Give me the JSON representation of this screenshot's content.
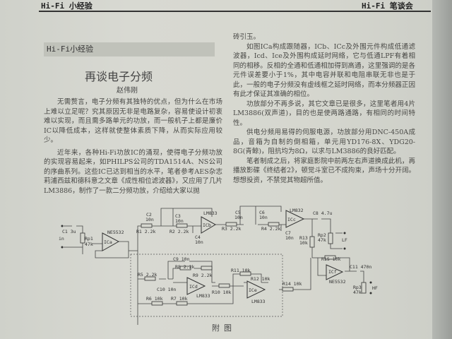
{
  "header": {
    "left": "Hi-Fi 小经验",
    "right": "Hi-Fi 笔谈会"
  },
  "section": "Hi-Fi小经验",
  "article": {
    "title": "再谈电子分频",
    "author": "赵伟刚",
    "left_paragraphs": [
      "无需赘言，电子分频有其独特的优点，但为什么在市场上难以立足呢？究其原因无非是电路复杂，容易使设计初衷难以实现，而且需多路单元的功放，而一般机子上都是廉价IC以降低成本，这样就使整体素质下降，从而实际应用较少。",
      "近年来，各种Hi-Fi功放IC的涌现，使得电子分频功放的实现容易起来，如PHILPS公司的TDA1514A、NS公司的序曲系列。这些IC已达到相当的水平，笔者参考AES杂志莉浦西兹和德科意之文章《成性相位滤波器》，又应用了几片LM3886，制作了一款二分频功放，介绍给大家以抛"
    ],
    "right_paragraphs": [
      "砖引玉。",
      "如图ICa构成跟随器，ICb、ICc及外围元件构成低通滤波器，Icd、Ice及外围构成延时网络，它与低通LPF有着相同的相移。反相的全通和低通相加得到高通，这里强调的是各元件误差要小于1%，其中电容并联和电阻串联无非也是于此，一般的电子分频没有虚线框之延时网络，而本分频器正因有此才保证其准确的相位。",
      "功放部分不再多说，其它文章已是很多，这里笔者用4片LM3886(双声道)，目的也是使两路通路，有相同的时间特性。",
      "供电分频用易得的伺服电源，功放部分用DNC-450A成品，音箱为自制的倒相箱，单元用YD176-8X、YDG20-8G(青鲸)，阻抗均为8Ω，以求与LM3886的良好匹配。",
      "笔者制成之后，将家庭影院中前两左右声道换成此机，再播放影碟《终结者2》，顿觉斗室已不成拘束，声场十分开阔。想想投资，不禁觉其物超所值。"
    ]
  },
  "figure": {
    "caption": "附图",
    "labels": {
      "c1": "C1 3u",
      "in": "in",
      "rp1": "Rp1",
      "rp1v": "47k",
      "ica": "ICa",
      "ne1": "NE5532",
      "r1": "R1 2.2k",
      "c2": "C2",
      "c2v": "10n",
      "c3": "C3",
      "c3v": "10n",
      "r2": "R2 2.2k",
      "c4": "C4",
      "c4v": "10n",
      "lm1": "LM833",
      "icb": "ICb",
      "r3": "R3 2.2k",
      "c5": "C5",
      "c5v": "10n",
      "c6": "C6",
      "c6v": "10n",
      "r4": "R4 2.2k",
      "lm2": "LM832",
      "icc": "ICc",
      "c7": "C7",
      "c7v": "10n",
      "c8": "C8 4.7u",
      "r13": "R13",
      "r13v": "10k",
      "rp2": "Rp2",
      "rp2v": "47k",
      "lf": "LF",
      "r15": "R15 10k",
      "icf": "ICf",
      "ne2": "NE5532",
      "c11": "C11 470n",
      "rp3": "Rp3",
      "rp3v": "47k",
      "hf": "HF",
      "c9": "C9 10n",
      "r8": "R8 2.2k",
      "r9": "R9 2.2k",
      "r5": "R5 2.2k",
      "c10": "C10 10n",
      "icd": "ICd",
      "lm3": "LM833",
      "r10": "R10 10k",
      "r11": "R11 10k",
      "r12": "R12 10k",
      "ice": "ICe",
      "lm4": "LM833",
      "r14": "R14 10k",
      "r6": "R6 10k",
      "r7": "R7 10k"
    }
  }
}
